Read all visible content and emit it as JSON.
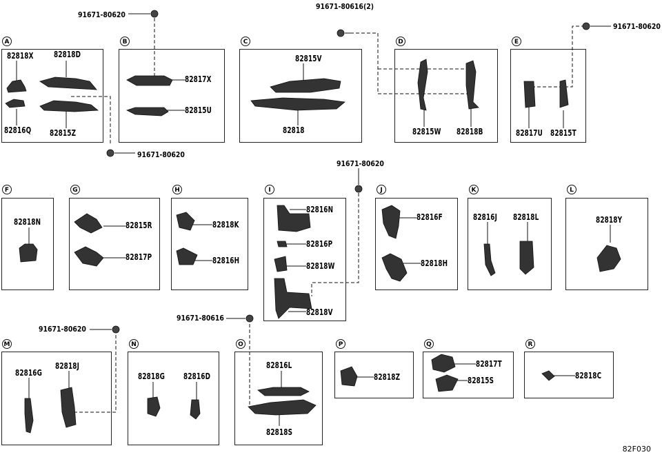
{
  "diagram_code": "82F030",
  "sections": [
    {
      "id": "A",
      "labels": [
        "82818X",
        "82818D",
        "82816Q",
        "82815Z"
      ]
    },
    {
      "id": "B",
      "labels": [
        "82817X",
        "82815U"
      ]
    },
    {
      "id": "C",
      "labels": [
        "82815V",
        "82818"
      ]
    },
    {
      "id": "D",
      "labels": [
        "82815W",
        "82818B"
      ]
    },
    {
      "id": "E",
      "labels": [
        "82817U",
        "82815T"
      ]
    },
    {
      "id": "F",
      "labels": [
        "82818N"
      ]
    },
    {
      "id": "G",
      "labels": [
        "82815R",
        "82817P"
      ]
    },
    {
      "id": "H",
      "labels": [
        "82818K",
        "82816H"
      ]
    },
    {
      "id": "I",
      "labels": [
        "82816N",
        "82816P",
        "82818W",
        "82818V"
      ]
    },
    {
      "id": "J",
      "labels": [
        "82816F",
        "82818H"
      ]
    },
    {
      "id": "K",
      "labels": [
        "82816J",
        "82818L"
      ]
    },
    {
      "id": "L",
      "labels": [
        "82818Y"
      ]
    },
    {
      "id": "M",
      "labels": [
        "82816G",
        "82818J"
      ]
    },
    {
      "id": "N",
      "labels": [
        "82818G",
        "82816D"
      ]
    },
    {
      "id": "O",
      "labels": [
        "82816L",
        "82818S"
      ]
    },
    {
      "id": "P",
      "labels": [
        "82818Z"
      ]
    },
    {
      "id": "Q",
      "labels": [
        "82817T",
        "82815S"
      ]
    },
    {
      "id": "R",
      "labels": [
        "82818C"
      ]
    }
  ],
  "bolts": [
    "91671-80620",
    "91671-80616(2)",
    "91671-80620",
    "91671-80620",
    "91671-80620",
    "91671-80620",
    "91671-80616"
  ]
}
